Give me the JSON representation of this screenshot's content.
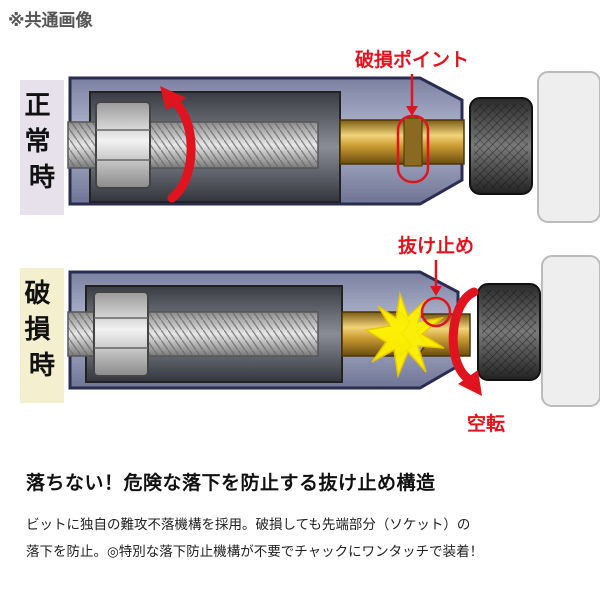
{
  "shared_image_note": "※共通画像",
  "panels": {
    "normal": {
      "label": "正常時",
      "callout": "破損ポイント"
    },
    "broken": {
      "label": "破損時",
      "callout_stop": "抜け止め",
      "callout_spin": "空転"
    }
  },
  "headline": "落ちない！危険な落下を防止する抜け止め構造",
  "description": {
    "line1": "ビットに独自の難攻不落機構を採用。破損しても先端部分（ソケット）の",
    "line2": "落下を防止。◎特別な落下防止機構が不要でチャックにワンタッチで装着！"
  },
  "colors": {
    "accent_red": "#e0141e",
    "label_panel_normal": "#e6e1ea",
    "label_panel_broken": "#f4efcf",
    "socket_body": "#8f95b0",
    "bit_gold": "#c9a23c"
  }
}
